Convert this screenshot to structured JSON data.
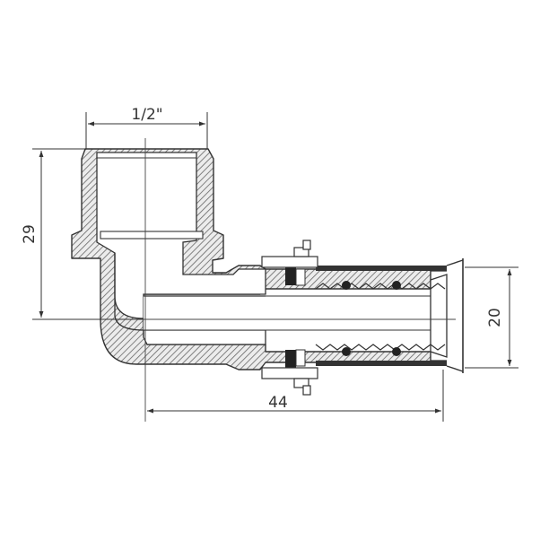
{
  "dimensions": {
    "thread": "1/2\"",
    "height": "29",
    "length": "44",
    "pipe_diameter": "20"
  },
  "colors": {
    "line": "#333333",
    "hatch": "#555555",
    "fill": "#e6e6e6",
    "dark": "#222222"
  }
}
